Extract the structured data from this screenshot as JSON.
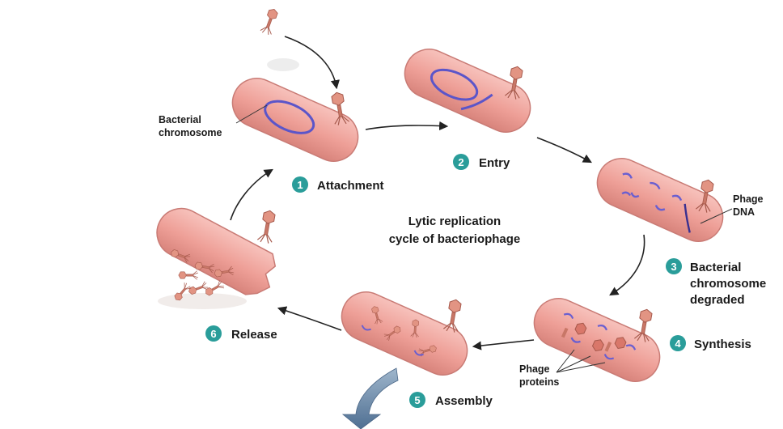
{
  "title": {
    "line1": "Lytic replication",
    "line2": "cycle of bacteriophage"
  },
  "steps": [
    {
      "number": "1",
      "label": "Attachment"
    },
    {
      "number": "2",
      "label": "Entry"
    },
    {
      "number": "3",
      "label_lines": [
        "Bacterial",
        "chromosome",
        "degraded"
      ]
    },
    {
      "number": "4",
      "label": "Synthesis"
    },
    {
      "number": "5",
      "label": "Assembly"
    },
    {
      "number": "6",
      "label": "Release"
    }
  ],
  "callouts": {
    "bacterial_chromosome": [
      "Bacterial",
      "chromosome"
    ],
    "phage_dna": [
      "Phage",
      "DNA"
    ],
    "phage_proteins": [
      "Phage",
      "proteins"
    ]
  },
  "colors": {
    "step_badge": "#2a9d9a",
    "cell_body": "#f2a9a2",
    "cell_outline": "#c97b75",
    "chromosome": "#5b55c9",
    "phage": "#d98a7a",
    "arrow": "#222222",
    "big_arrow": "#5f7fa0"
  }
}
